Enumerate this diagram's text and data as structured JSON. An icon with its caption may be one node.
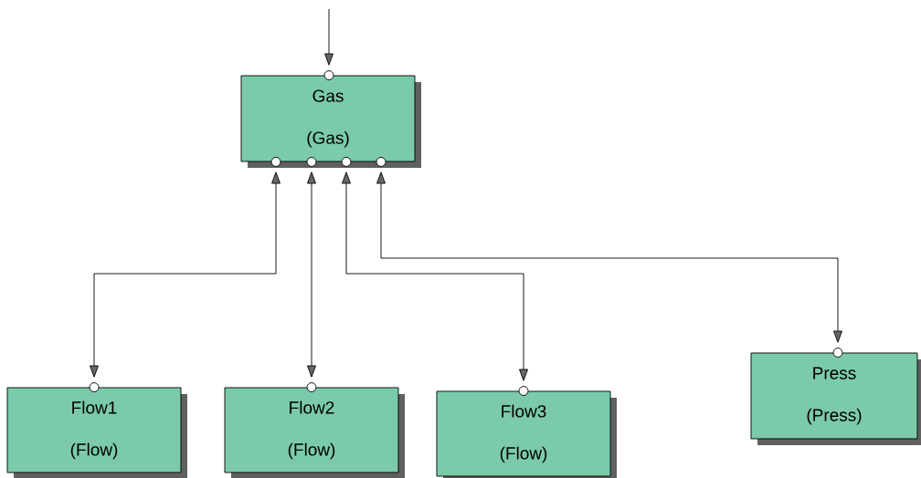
{
  "diagram": {
    "nodes": [
      {
        "text": [
          "Gas",
          "(Gas)"
        ]
      },
      {
        "text": [
          "Flow1",
          "(Flow)"
        ]
      },
      {
        "text": [
          "Flow2",
          "(Flow)"
        ]
      },
      {
        "text": [
          "Flow3",
          "(Flow)"
        ]
      },
      {
        "text": [
          "Press",
          "(Press)"
        ]
      }
    ],
    "edges": [
      {
        "from": null,
        "to": 0,
        "arrow": "to"
      },
      {
        "from": 0,
        "to": 1,
        "arrow": "both"
      },
      {
        "from": 0,
        "to": 2,
        "arrow": "both"
      },
      {
        "from": 0,
        "to": 3,
        "arrow": "both"
      },
      {
        "from": 0,
        "to": 4,
        "arrow": "both"
      }
    ]
  }
}
